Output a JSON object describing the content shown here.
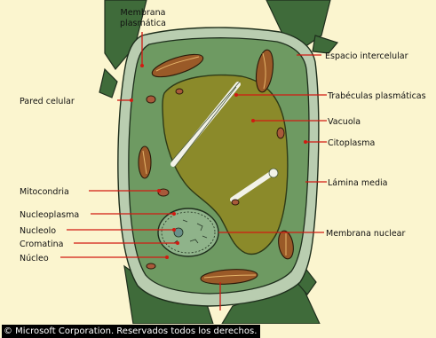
{
  "labels": {
    "membrana_plasmatica": [
      "Membrana",
      "plasmática"
    ],
    "espacio_intercelular": "Espacio intercelular",
    "pared_celular": "Pared celular",
    "trabeculas_plasmaticas": "Trabéculas plasmáticas",
    "vacuola": "Vacuola",
    "citoplasma": "Citoplasma",
    "lamina_media": "Lámina media",
    "mitocondria": "Mitocondria",
    "nucleoplasma": "Nucleoplasma",
    "nucleolo": "Nucleolo",
    "cromatina": "Cromatina",
    "nucleo": "Núcleo",
    "membrana_nuclear": "Membrana nuclear"
  },
  "copyright": "© Microsoft Corporation. Reservados todos los derechos.",
  "colors": {
    "background": "#fbf5cf",
    "neighbor_cells": "#3f6b3a",
    "wall": "#b9cdb0",
    "cytoplasm": "#6e9a62",
    "vacuole": "#8b8a2a",
    "chloroplast": "#9a5a28",
    "leader": "#d11a12"
  }
}
